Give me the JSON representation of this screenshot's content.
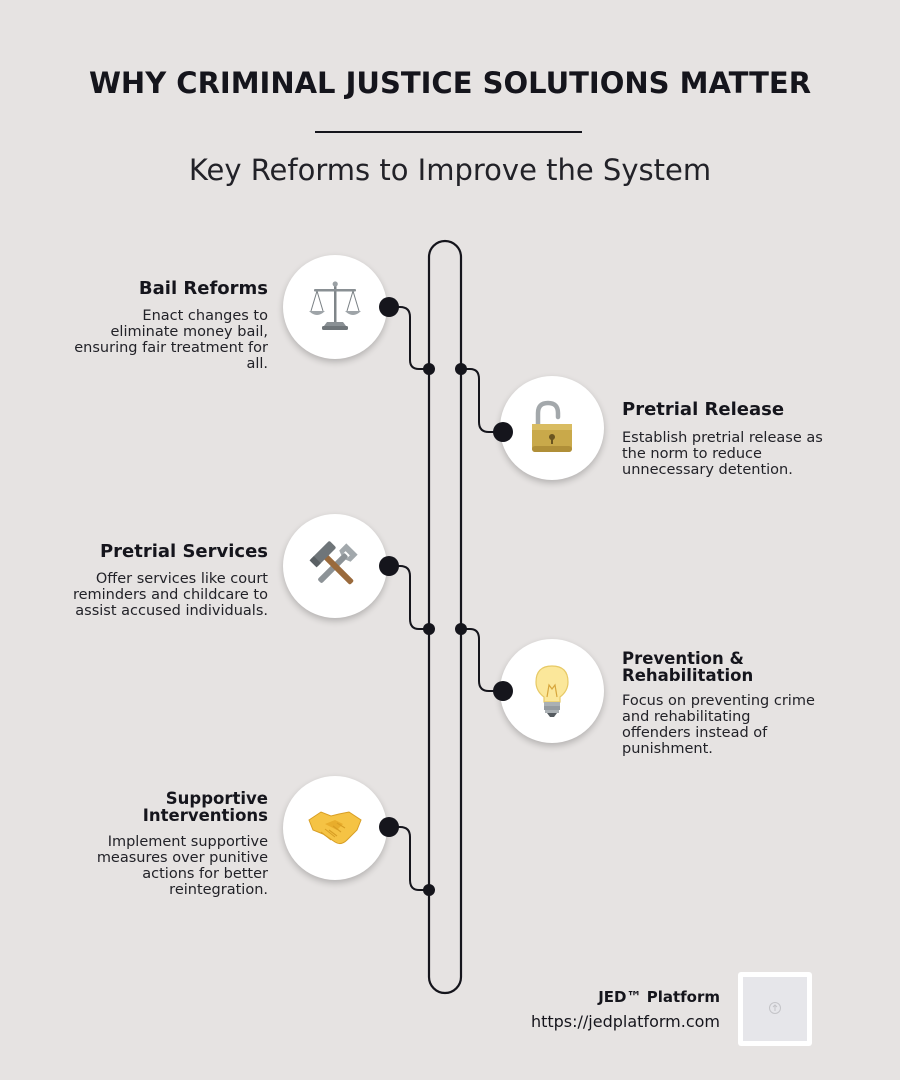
{
  "header": {
    "title": "WHY CRIMINAL JUSTICE SOLUTIONS MATTER",
    "subtitle": "Key Reforms to Improve the System"
  },
  "items": [
    {
      "title_lines": [
        "Bail Reforms"
      ],
      "description_lines": [
        "Enact changes to",
        "eliminate money bail,",
        "ensuring fair treatment for",
        "all."
      ],
      "icon": "scales-icon",
      "side": "left"
    },
    {
      "title_lines": [
        "Pretrial Release"
      ],
      "description_lines": [
        "Establish pretrial release as",
        "the norm to reduce",
        "unnecessary detention."
      ],
      "icon": "unlocked-padlock-icon",
      "side": "right"
    },
    {
      "title_lines": [
        "Pretrial Services"
      ],
      "description_lines": [
        "Offer services like court",
        "reminders and childcare to",
        "assist accused individuals."
      ],
      "icon": "hammer-and-wrench-icon",
      "side": "left"
    },
    {
      "title_lines": [
        "Prevention &",
        "Rehabilitation"
      ],
      "description_lines": [
        "Focus on preventing crime",
        "and rehabilitating",
        "offenders instead of",
        "punishment."
      ],
      "icon": "light-bulb-icon",
      "side": "right"
    },
    {
      "title_lines": [
        "Supportive",
        "Interventions"
      ],
      "description_lines": [
        "Implement supportive",
        "measures over punitive",
        "actions for better",
        "reintegration."
      ],
      "icon": "handshake-icon",
      "side": "left"
    }
  ],
  "footer": {
    "brand": "JED™ Platform",
    "url": "https://jedplatform.com",
    "qr_icon": "qr-code-icon"
  },
  "colors": {
    "background": "#e6e3e2",
    "ink": "#15151c",
    "circle": "#ffffff"
  }
}
